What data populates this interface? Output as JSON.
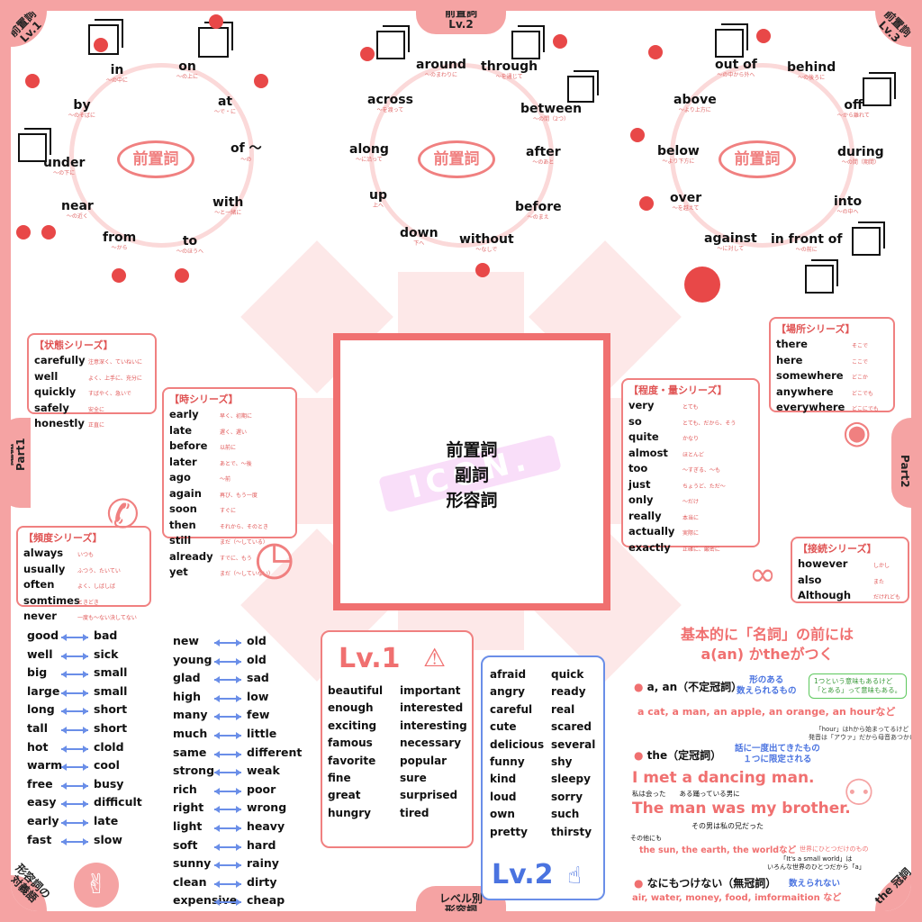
{
  "colors": {
    "accent": "#f07070",
    "blue": "#4a73e0",
    "pink_bg": "#f5a3a3"
  },
  "corners": {
    "tl": "前置詞\nLv.1",
    "tr": "前置詞\nLv.3",
    "bl": "形容詞の\n対義語",
    "br": "the 冠詞"
  },
  "tabs": {
    "top": "前置詞\nLv.2",
    "left": "副詞\nPart1",
    "right": "副詞\nPart2",
    "bottom": "レベル別\n形容詞"
  },
  "bubble": "前置詞",
  "center": {
    "line1": "前置詞",
    "line2": "副詞",
    "line3": "形容詞",
    "logo": "ICON."
  },
  "prep_lv1": [
    {
      "en": "in",
      "ja": "〜の中に"
    },
    {
      "en": "on",
      "ja": "〜の上に"
    },
    {
      "en": "at",
      "ja": "〜で・に"
    },
    {
      "en": "by",
      "ja": "〜のそばに"
    },
    {
      "en": "of 〜",
      "ja": "〜の"
    },
    {
      "en": "under",
      "ja": "〜の下に"
    },
    {
      "en": "with",
      "ja": "〜と一緒に"
    },
    {
      "en": "near",
      "ja": "〜の近く"
    },
    {
      "en": "from",
      "ja": "〜から"
    },
    {
      "en": "to",
      "ja": "〜のほうへ"
    }
  ],
  "prep_lv2": [
    {
      "en": "around",
      "ja": "〜のまわりに"
    },
    {
      "en": "through",
      "ja": "〜を通じて"
    },
    {
      "en": "across",
      "ja": "〜を渡って"
    },
    {
      "en": "between",
      "ja": "〜の間（2つ）"
    },
    {
      "en": "along",
      "ja": "〜に沿って"
    },
    {
      "en": "after",
      "ja": "〜のあと"
    },
    {
      "en": "up",
      "ja": "上へ"
    },
    {
      "en": "before",
      "ja": "〜のまえ"
    },
    {
      "en": "down",
      "ja": "下へ"
    },
    {
      "en": "without",
      "ja": "〜なしで"
    }
  ],
  "prep_lv3": [
    {
      "en": "out of",
      "ja": "〜の中から外へ"
    },
    {
      "en": "behind",
      "ja": "〜の後ろに"
    },
    {
      "en": "above",
      "ja": "〜より上方に"
    },
    {
      "en": "off",
      "ja": "〜から離れて"
    },
    {
      "en": "below",
      "ja": "〜より下方に"
    },
    {
      "en": "during",
      "ja": "〜の間（期間）"
    },
    {
      "en": "over",
      "ja": "〜を越えて"
    },
    {
      "en": "into",
      "ja": "〜の中へ"
    },
    {
      "en": "against",
      "ja": "〜に対して"
    },
    {
      "en": "in front of",
      "ja": "〜の前に"
    }
  ],
  "state": {
    "title": "【状態シリーズ】",
    "items": [
      {
        "en": "carefully",
        "ja": "注意深く、ていねいに"
      },
      {
        "en": "well",
        "ja": "よく、上手に、充分に"
      },
      {
        "en": "quickly",
        "ja": "すばやく、急いで"
      },
      {
        "en": "safely",
        "ja": "安全に"
      },
      {
        "en": "honestly",
        "ja": "正直に"
      }
    ]
  },
  "time": {
    "title": "【時シリーズ】",
    "items": [
      {
        "en": "early",
        "ja": "早く、初期に"
      },
      {
        "en": "late",
        "ja": "遅く、遅い"
      },
      {
        "en": "before",
        "ja": "以前に"
      },
      {
        "en": "later",
        "ja": "あとで、〜後"
      },
      {
        "en": "ago",
        "ja": "〜前"
      },
      {
        "en": "again",
        "ja": "再び、もう一度"
      },
      {
        "en": "soon",
        "ja": "すぐに"
      },
      {
        "en": "then",
        "ja": "それから、そのとき"
      },
      {
        "en": "still",
        "ja": "まだ（〜している）"
      },
      {
        "en": "already",
        "ja": "すでに、もう"
      },
      {
        "en": "yet",
        "ja": "まだ（〜していない）"
      }
    ]
  },
  "freq": {
    "title": "【頻度シリーズ】",
    "items": [
      {
        "en": "always",
        "ja": "いつも"
      },
      {
        "en": "usually",
        "ja": "ふつう、たいてい"
      },
      {
        "en": "often",
        "ja": "よく、しばしば"
      },
      {
        "en": "somtimes",
        "ja": "ときどき"
      },
      {
        "en": "never",
        "ja": "一度も〜ない決してない"
      }
    ]
  },
  "place": {
    "title": "【場所シリーズ】",
    "items": [
      {
        "en": "there",
        "ja": "そこで"
      },
      {
        "en": "here",
        "ja": "ここで"
      },
      {
        "en": "somewhere",
        "ja": "どこか"
      },
      {
        "en": "anywhere",
        "ja": "どこでも"
      },
      {
        "en": "everywhere",
        "ja": "どこにでも"
      }
    ]
  },
  "degree": {
    "title": "【程度・量シリーズ】",
    "items": [
      {
        "en": "very",
        "ja": "とても"
      },
      {
        "en": "so",
        "ja": "とても、だから、そう"
      },
      {
        "en": "quite",
        "ja": "かなり"
      },
      {
        "en": "almost",
        "ja": "ほとんど"
      },
      {
        "en": "too",
        "ja": "〜すぎる、〜も"
      },
      {
        "en": "just",
        "ja": "ちょうど、ただ〜"
      },
      {
        "en": "only",
        "ja": "〜だけ"
      },
      {
        "en": "really",
        "ja": "本当に"
      },
      {
        "en": "actually",
        "ja": "実際に"
      },
      {
        "en": "exactly",
        "ja": "正確に、厳密に"
      }
    ]
  },
  "conj": {
    "title": "【接続シリーズ】",
    "items": [
      {
        "en": "however",
        "ja": "しかし"
      },
      {
        "en": "also",
        "ja": "また"
      },
      {
        "en": "Although",
        "ja": "だけれども"
      }
    ]
  },
  "antonyms1": [
    [
      "good",
      "bad"
    ],
    [
      "well",
      "sick"
    ],
    [
      "big",
      "small"
    ],
    [
      "large",
      "small"
    ],
    [
      "long",
      "short"
    ],
    [
      "tall",
      "short"
    ],
    [
      "hot",
      "clold"
    ],
    [
      "warm",
      "cool"
    ],
    [
      "free",
      "busy"
    ],
    [
      "easy",
      "difficult"
    ],
    [
      "early",
      "late"
    ],
    [
      "fast",
      "slow"
    ]
  ],
  "antonyms2": [
    [
      "new",
      "old"
    ],
    [
      "young",
      "old"
    ],
    [
      "glad",
      "sad"
    ],
    [
      "high",
      "low"
    ],
    [
      "many",
      "few"
    ],
    [
      "much",
      "little"
    ],
    [
      "same",
      "different"
    ],
    [
      "strong",
      "weak"
    ],
    [
      "rich",
      "poor"
    ],
    [
      "right",
      "wrong"
    ],
    [
      "light",
      "heavy"
    ],
    [
      "soft",
      "hard"
    ],
    [
      "sunny",
      "rainy"
    ],
    [
      "clean",
      "dirty"
    ],
    [
      "expensive",
      "cheap"
    ]
  ],
  "lv1": {
    "title": "Lv.1",
    "col1": [
      "beautiful",
      "enough",
      "exciting",
      "famous",
      "favorite",
      "fine",
      "great",
      "hungry"
    ],
    "col2": [
      "important",
      "interested",
      "interesting",
      "necessary",
      "popular",
      "sure",
      "surprised",
      "tired"
    ]
  },
  "lv2": {
    "title": "Lv.2",
    "col1": [
      "afraid",
      "angry",
      "careful",
      "cute",
      "delicious",
      "funny",
      "kind",
      "loud",
      "own",
      "pretty"
    ],
    "col2": [
      "quick",
      "ready",
      "real",
      "scared",
      "several",
      "shy",
      "sleepy",
      "sorry",
      "such",
      "thirsty"
    ]
  },
  "the": {
    "heading1": "基本的に「名詞」の前には",
    "heading2": "a(an) かtheがつく",
    "indef_label": "a, an（不定冠詞）",
    "indef_note": "形のある\n数えられるもの",
    "green_note": "1つという意味もあるけど\n「とある」って意味もある。",
    "indef_ex": "a cat, a man, an apple, an orange, an hourなど",
    "hour_note": "「hour」はhから始まってるけど\n発音は「アウァ」だから母音あつかい",
    "def_label": "the（定冠詞）",
    "def_note": "話に一度出てきたもの\n１つに限定される",
    "ex1": "I met a dancing man.",
    "ex1_ja": "私は会った　　ある踊っている男に",
    "ex2": "The man was my brother.",
    "ex2_ja": "その男は私の兄だった",
    "other": "その他にも",
    "other_ex": "the sun, the earth, the worldなど",
    "other_note": "世界にひとつだけのもの",
    "small_world": "「It's a small world」は\nいろんな世界のひとつだから「a」",
    "none_label": "なにもつけない（無冠詞）",
    "none_note": "数えられない",
    "none_ex": "air, water, money, food, imformaition など"
  }
}
